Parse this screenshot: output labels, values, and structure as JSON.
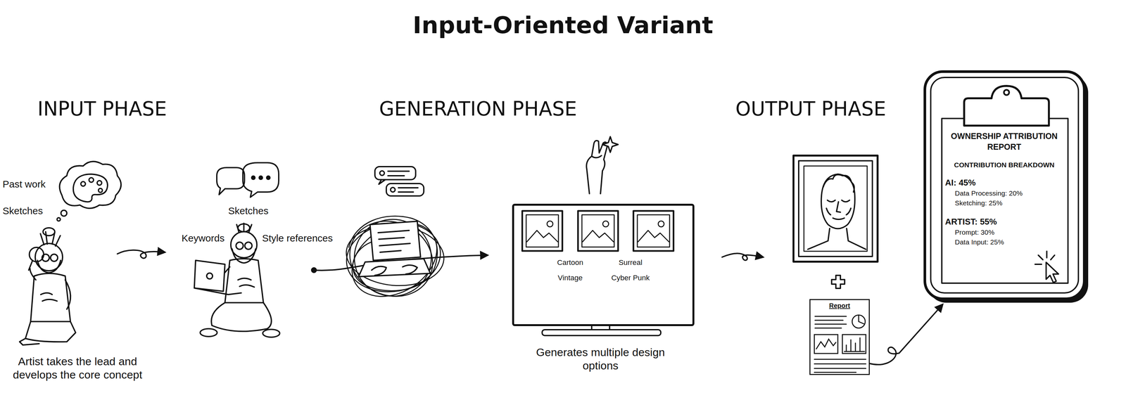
{
  "diagram": {
    "title": "Input-Oriented Variant",
    "nodes": [
      {
        "text": [
          "Cartoon",
          "Surreal",
          "Vintage",
          "Cyber Punk"
        ]
      },
      {
        "text": [
          "Report"
        ]
      },
      {
        "text": [
          "OWNERSHIP ATTRIBUTION REPORT",
          "CONTRIBUTION BREAKDOWN",
          "AI: 45%",
          "Data Processing: 20%",
          "Sketching: 25%",
          "ARTIST: 55%",
          "Prompt: 30%",
          "Data Input: 25%"
        ]
      }
    ],
    "edges": [
      {
        "from": 1,
        "to": 2,
        "arrow": "to"
      }
    ],
    "labels": [
      "INPUT PHASE",
      "GENERATION PHASE",
      "OUTPUT PHASE",
      "Past work",
      "Sketches",
      "Sketches",
      "Keywords",
      "Style references",
      "Artist takes the lead and develops the core concept",
      "Generates multiple design options"
    ]
  }
}
